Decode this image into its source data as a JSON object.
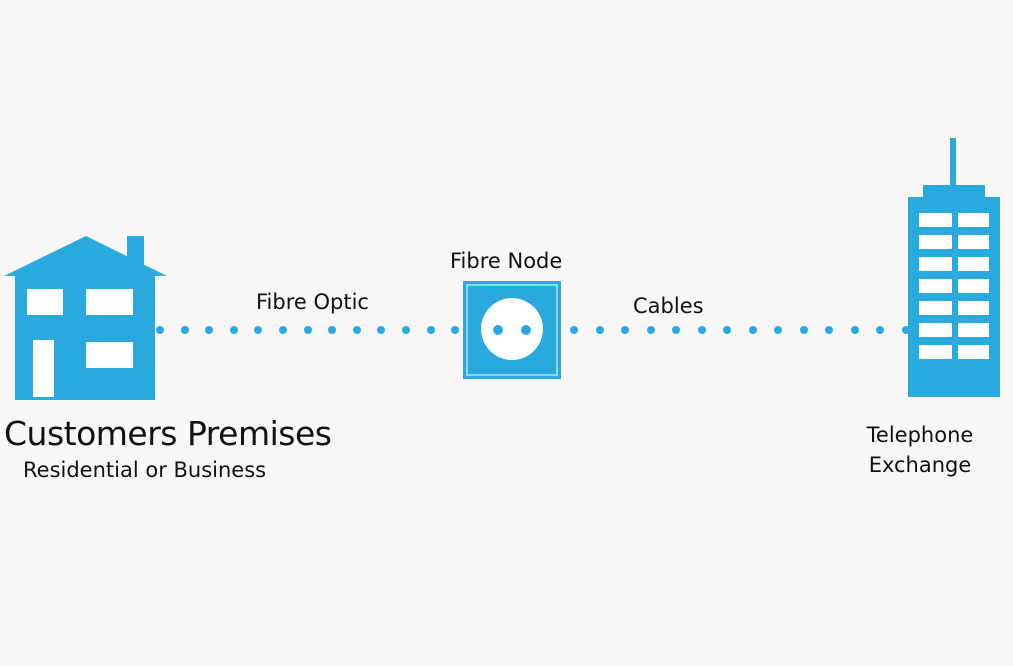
{
  "colors": {
    "accent": "#2aa9df",
    "background": "#f8f7f6",
    "text": "#111111"
  },
  "nodes": {
    "premises": {
      "icon": "house-icon",
      "title": "Customers Premises",
      "subtitle": "Residential or Business"
    },
    "fibre_node": {
      "icon": "socket-icon",
      "label": "Fibre Node"
    },
    "exchange": {
      "icon": "building-icon",
      "label_line1": "Telephone",
      "label_line2": "Exchange"
    }
  },
  "links": {
    "fibre_optic": "Fibre Optic",
    "cables": "Cables"
  }
}
